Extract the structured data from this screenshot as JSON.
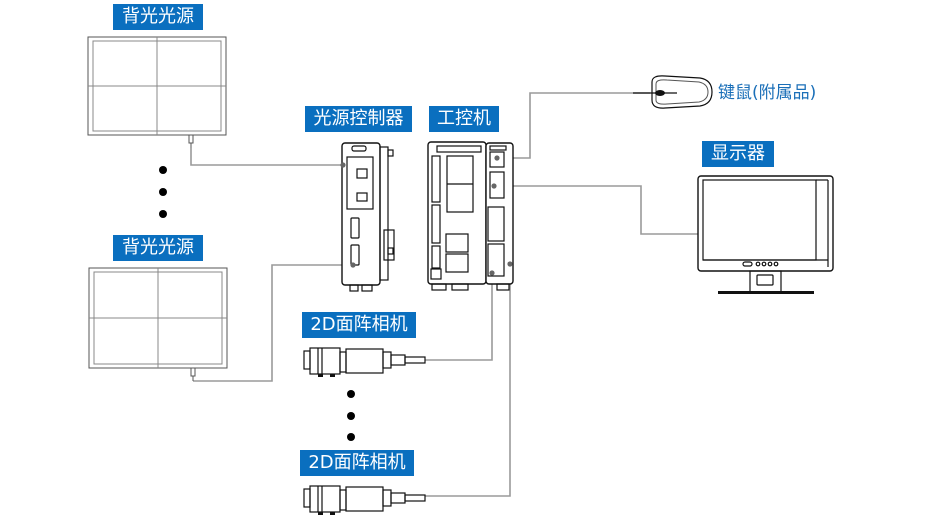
{
  "labels": {
    "backlight_top": "背光光源",
    "backlight_bottom": "背光光源",
    "light_controller": "光源控制器",
    "ipc": "工控机",
    "camera_top": "2D面阵相机",
    "camera_bottom": "2D面阵相机",
    "mouse_keyboard": "键鼠(附属品)",
    "monitor": "显示器"
  },
  "colors": {
    "label_background": "#0a6fbf",
    "label_text": "#ffffff",
    "accessory_text": "#1a6fb8",
    "wire": "#9a9a9a"
  },
  "components": [
    {
      "id": "backlight-top",
      "type": "backlight",
      "label": "背光光源"
    },
    {
      "id": "backlight-bottom",
      "type": "backlight",
      "label": "背光光源"
    },
    {
      "id": "light-controller",
      "type": "controller",
      "label": "光源控制器"
    },
    {
      "id": "ipc",
      "type": "industrial-pc",
      "label": "工控机"
    },
    {
      "id": "camera-top",
      "type": "area-camera",
      "label": "2D面阵相机"
    },
    {
      "id": "camera-bottom",
      "type": "area-camera",
      "label": "2D面阵相机"
    },
    {
      "id": "mouse",
      "type": "keyboard-mouse",
      "label": "键鼠(附属品)"
    },
    {
      "id": "monitor",
      "type": "monitor",
      "label": "显示器"
    }
  ],
  "connections": [
    {
      "from": "backlight-top",
      "to": "light-controller"
    },
    {
      "from": "backlight-bottom",
      "to": "light-controller"
    },
    {
      "from": "camera-top",
      "to": "ipc"
    },
    {
      "from": "camera-bottom",
      "to": "ipc"
    },
    {
      "from": "mouse",
      "to": "ipc"
    },
    {
      "from": "monitor",
      "to": "ipc"
    }
  ]
}
